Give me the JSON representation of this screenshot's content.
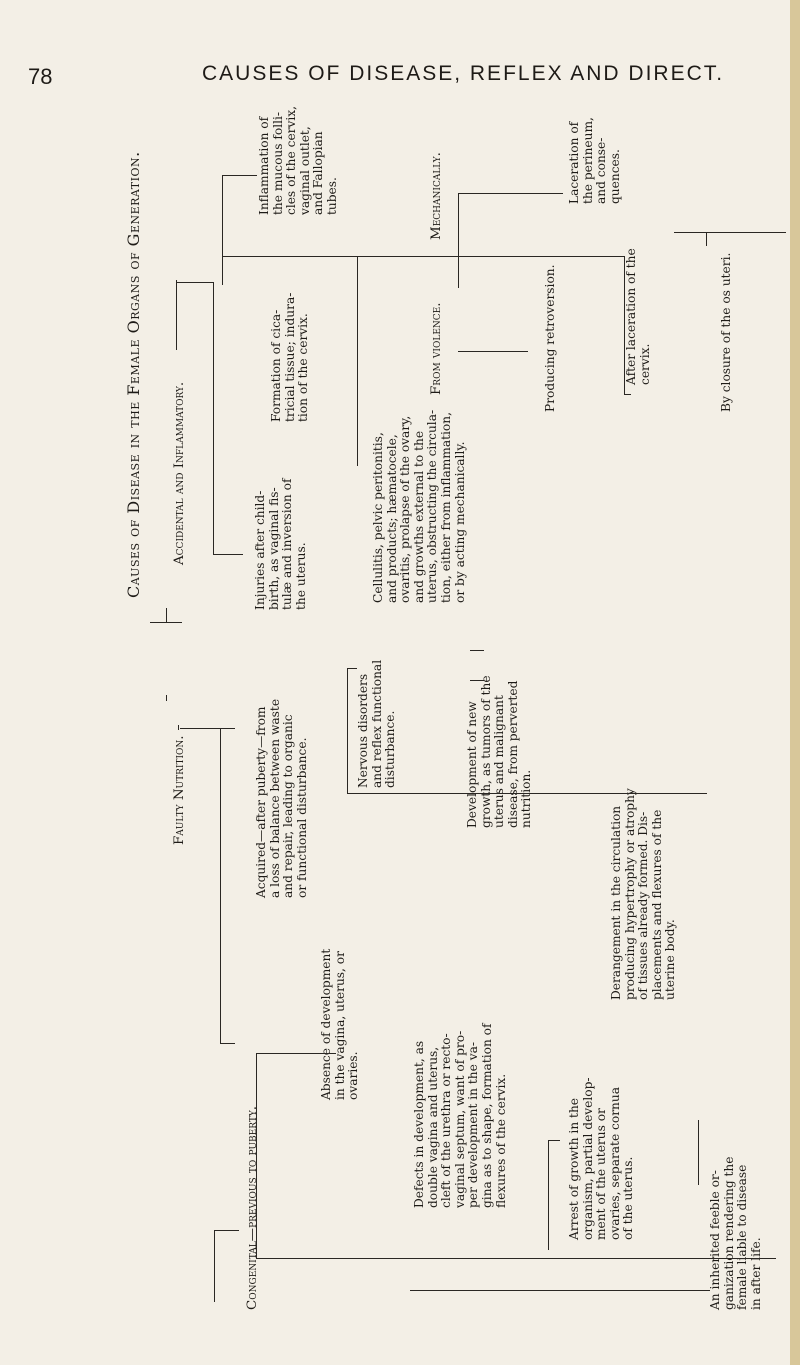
{
  "header": {
    "page_number": "78",
    "title": "CAUSES OF DISEASE, REFLEX AND DIRECT."
  },
  "main_title": "Causes of Disease in the Female Organs of Generation.",
  "branches": {
    "faulty_nutrition": "Faulty Nutrition.",
    "accidental": "Accidental and Inflammatory.",
    "mechanically": "Mechanically.",
    "from_violence": "From violence.",
    "producing_retroversion": "Producing retroversion.",
    "congenital": "Congenital—previous to puberty.",
    "acquired": [
      "Acquired—after puberty—from",
      "a loss of balance between waste",
      "and repair, leading to organic",
      "or functional disturbance."
    ]
  },
  "blocks": {
    "inflammation": [
      "Inflammation of",
      "the mucous folli-",
      "cles of the cervix,",
      "vaginal outlet,",
      "and Fallopian",
      "tubes."
    ],
    "cicatricial": [
      "Formation of cica-",
      "tricial tissue; indura-",
      "tion of the cervix."
    ],
    "injuries": [
      "Injuries after child-",
      "birth, as vaginal fis-",
      "tulæ and inversion of",
      "the uterus."
    ],
    "cellulitis": [
      "Cellulitis, pelvic peritonitis,",
      "and products; hæmatocele,",
      "ovaritis, prolapse of the ovary,",
      "and growths external to the",
      "uterus, obstructing the circula-",
      "tion, either from inflammation,",
      "or by acting mechanically."
    ],
    "laceration_perineum": [
      "Laceration of",
      "the perineum,",
      "and conse-",
      "quences."
    ],
    "after_laceration": [
      "After laceration of the",
      "cervix."
    ],
    "closure": [
      "By closure of the os uteri."
    ],
    "nervous": [
      "Nervous disorders",
      "and reflex functional",
      "disturbance."
    ],
    "new_growth": [
      "Development of new",
      "growth, as tumors of the",
      "uterus and malignant",
      "disease, from perverted",
      "nutrition."
    ],
    "derangement": [
      "Derangement in the circulation",
      "producing hypertrophy or atrophy",
      "of tissues already formed. Dis-",
      "placements and flexures of the",
      "uterine body."
    ],
    "absence": [
      "Absence of development",
      "in the vagina, uterus, or",
      "ovaries."
    ],
    "defects": [
      "Defects in development, as",
      "double vagina and uterus,",
      "cleft of the urethra or recto-",
      "vaginal septum, want of pro-",
      "per development in the va-",
      "gina as to shape, formation of",
      "flexures of the cervix."
    ],
    "arrest": [
      "Arrest of growth in the",
      "organism, partial develop-",
      "ment of the uterus or",
      "ovaries, separate cornua",
      "of the uterus."
    ],
    "inherited": [
      "An inherited feeble or-",
      "ganization rendering the",
      "female liable to disease",
      "in after life."
    ]
  }
}
